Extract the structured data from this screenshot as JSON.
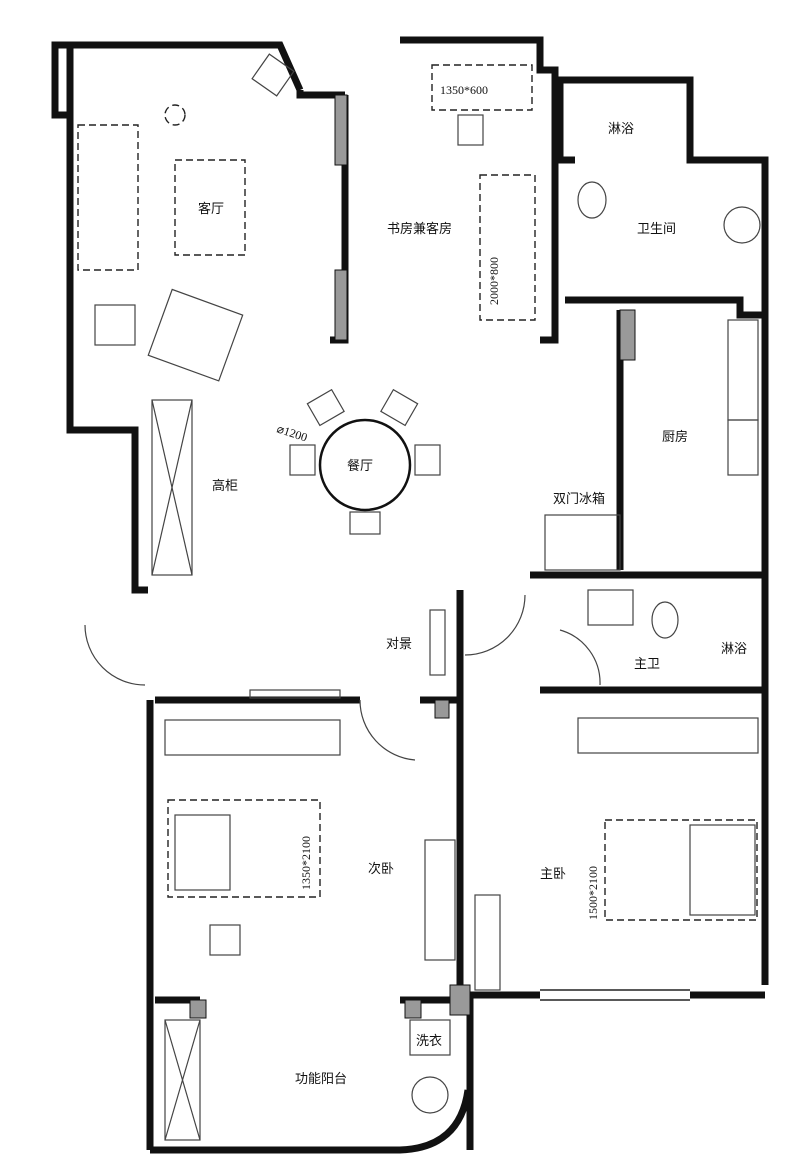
{
  "rooms": {
    "living": "客厅",
    "study": "书房兼客房",
    "shower_top": "淋浴",
    "bathroom": "卫生间",
    "kitchen": "厨房",
    "dining": "餐厅",
    "tall_cabinet": "高柜",
    "fridge": "双门冰箱",
    "feature_wall": "对景",
    "master_bath": "主卫",
    "shower_master": "淋浴",
    "second_bedroom": "次卧",
    "master_bedroom": "主卧",
    "laundry": "洗衣",
    "balcony": "功能阳台"
  },
  "dimensions": {
    "study_desk": "1350*600",
    "study_bed": "2000*800",
    "dining_table": "⌀1200",
    "second_bed": "1350*2100",
    "master_bed": "1500*2100"
  }
}
